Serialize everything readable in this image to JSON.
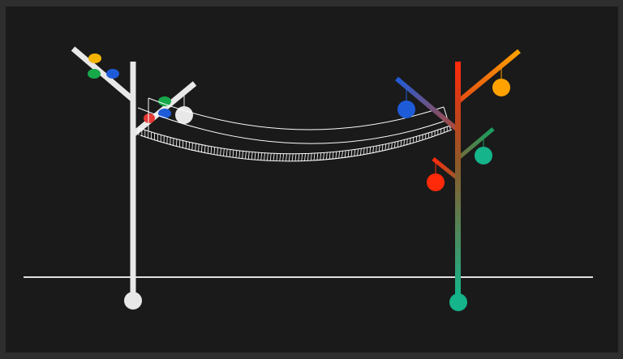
{
  "colors": {
    "background": "#1a1a1a",
    "frame": "#2e2e2e",
    "left_tree": "#e8e8e8",
    "bridge_line": "#ffffff",
    "ground": "#e0e0e0",
    "red": "#ff2a0a",
    "orange": "#ffa200",
    "yellow": "#f5b400",
    "green": "#17a84a",
    "teal": "#15b48a",
    "blue": "#1e5bd8",
    "white": "#e8e8e8"
  },
  "left_tree": {
    "name": "left-tree",
    "color": "#e8e8e8",
    "ornaments": [
      {
        "name": "yellow-ornament",
        "color": "#f5b400"
      },
      {
        "name": "green-ornament",
        "color": "#17a84a"
      },
      {
        "name": "blue-ornament",
        "color": "#1e5bd8"
      },
      {
        "name": "green-ornament-2",
        "color": "#17a84a"
      },
      {
        "name": "blue-ornament-2",
        "color": "#1e5bd8"
      },
      {
        "name": "red-ornament",
        "color": "#e53935"
      },
      {
        "name": "white-ornament",
        "color": "#e8e8e8"
      }
    ]
  },
  "right_tree": {
    "name": "right-tree",
    "gradient": [
      "#ff2a0a",
      "#15b48a"
    ],
    "ornaments": [
      {
        "name": "blue-ornament-right",
        "color": "#1e5bd8"
      },
      {
        "name": "orange-ornament-right",
        "color": "#ffa200"
      },
      {
        "name": "teal-ornament-right",
        "color": "#15b48a"
      },
      {
        "name": "red-ornament-right",
        "color": "#ff2a0a"
      }
    ]
  },
  "bridge": {
    "name": "suspension-bridge",
    "plank_count": 100,
    "color": "#ffffff"
  }
}
